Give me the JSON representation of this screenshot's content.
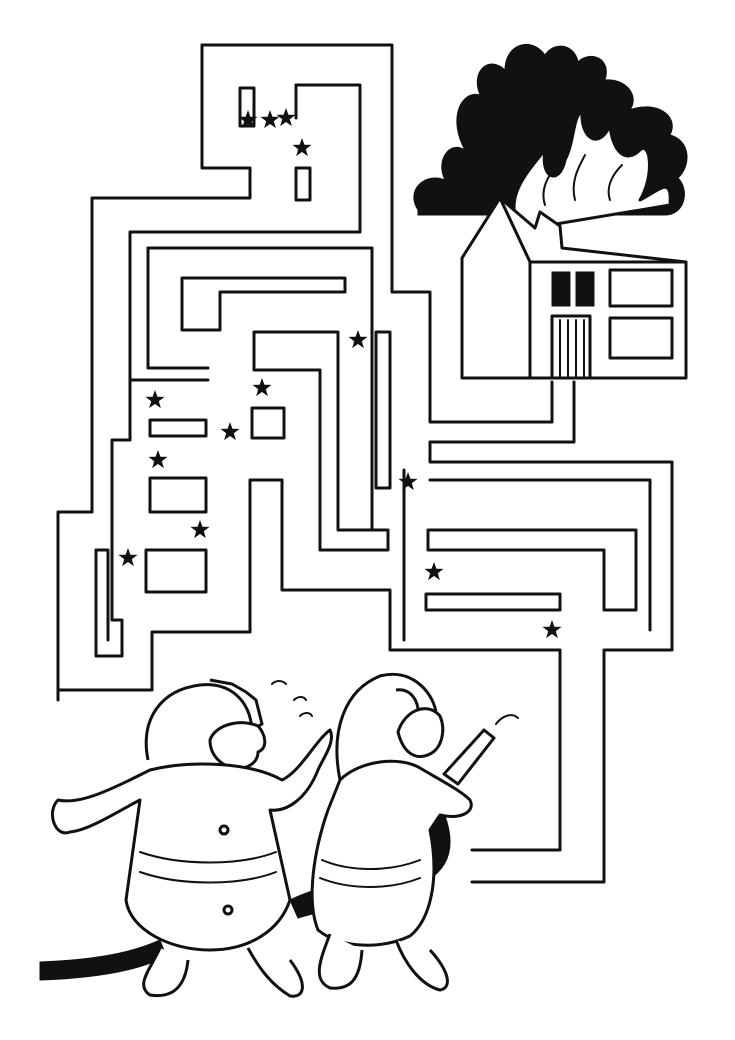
{
  "page": {
    "background": "#ffffff",
    "ink": "#111111"
  },
  "maze": {
    "kind": "maze-puzzle",
    "goal": "burning-house",
    "start": "firefighters-hose",
    "sparks": 14
  },
  "icons": [
    "spark-icon",
    "flame-icon",
    "smoke-cloud-icon",
    "house-icon",
    "firefighter-icon",
    "hose-icon",
    "water-splash-icon"
  ]
}
